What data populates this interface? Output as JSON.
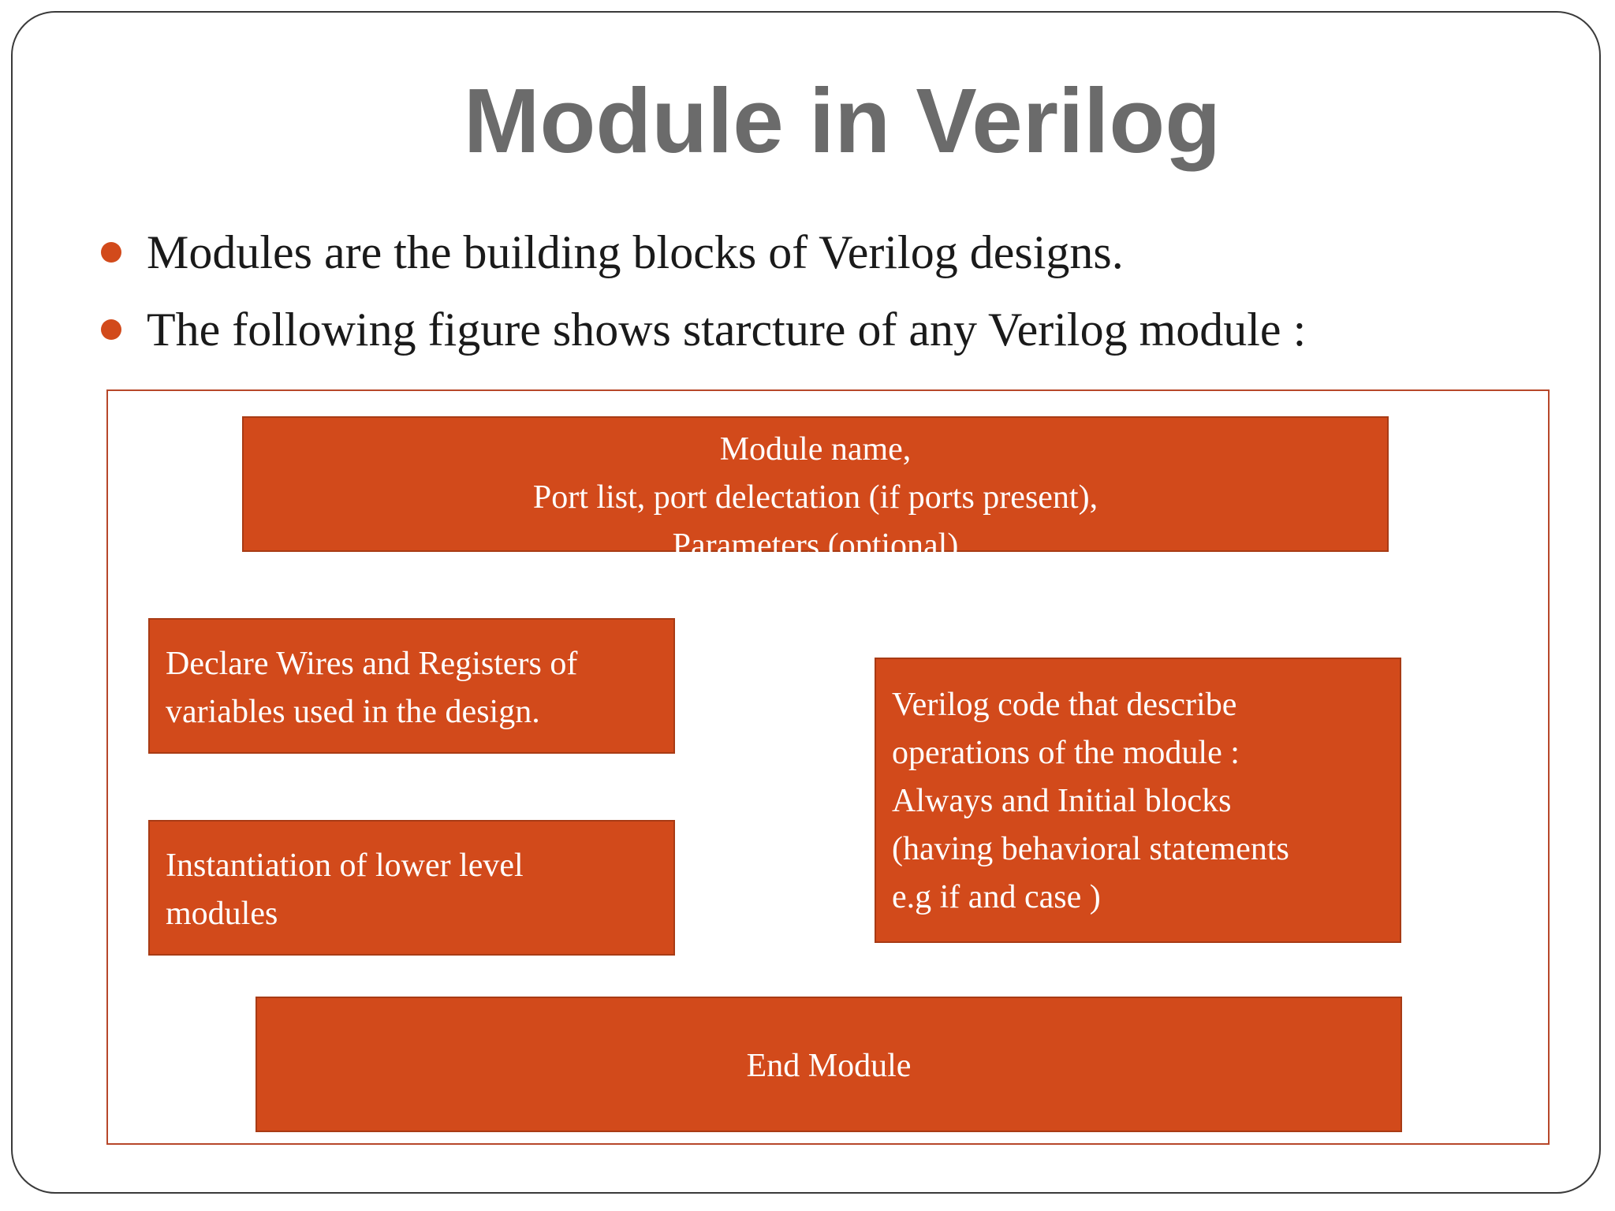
{
  "slide": {
    "title": "Module in Verilog",
    "bullets": [
      "Modules are the building blocks of Verilog designs.",
      "The following figure shows starcture of any Verilog module :"
    ],
    "accent_color": "#d24a1b",
    "box_color": "#d24a1b",
    "title_color": "#6b6b6b"
  },
  "diagram": {
    "header_box": {
      "lines": [
        "Module name,",
        "Port list, port delectation (if ports present),",
        "Parameters (optional)"
      ]
    },
    "declare_box": {
      "lines": [
        "Declare Wires and Registers of",
        "variables used in the design."
      ]
    },
    "instantiation_box": {
      "lines": [
        "Instantiation of lower level",
        "modules"
      ]
    },
    "code_box": {
      "lines": [
        "Verilog code that  describe",
        "operations of the module :",
        "Always and Initial blocks",
        "(having behavioral statements",
        "e.g if and case )"
      ]
    },
    "end_box": {
      "label": "End Module"
    }
  }
}
